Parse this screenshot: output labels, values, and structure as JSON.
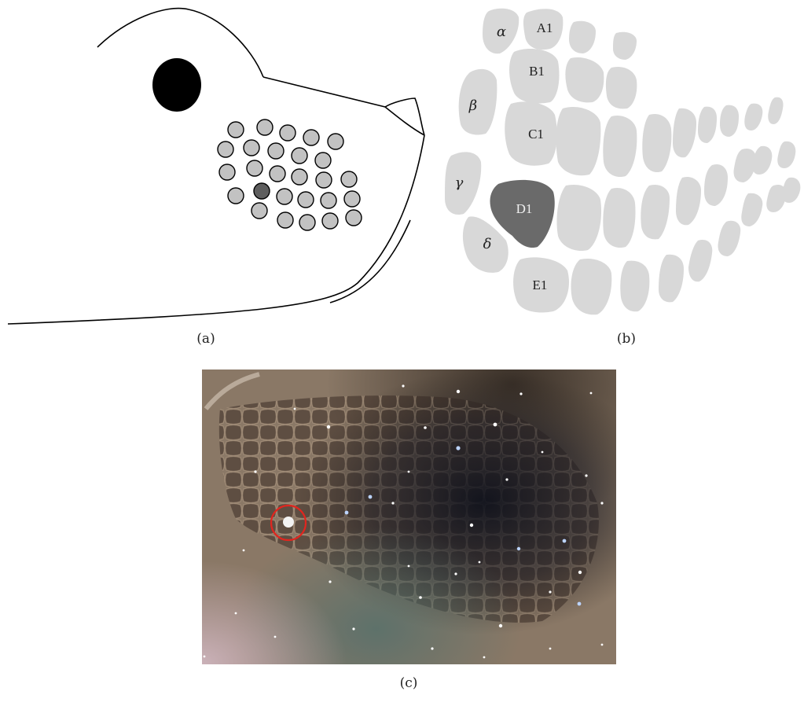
{
  "panels": {
    "a": {
      "label": "(a)"
    },
    "b": {
      "label": "(b)",
      "barrel_labels": [
        "A1",
        "B1",
        "C1",
        "D1",
        "E1"
      ],
      "straddler_labels": [
        "α",
        "β",
        "γ",
        "δ"
      ]
    },
    "c": {
      "label": "(c)"
    }
  },
  "colors": {
    "whisker_fill": "#c2c2c2",
    "highlight_whisker": "#5e5e5e",
    "barrel_fill": "#d8d8d8",
    "highlight_barrel": "#6a6a6a",
    "eye": "#000000",
    "outline": "#000000",
    "circle_marker": "#e0261f"
  },
  "icons": {
    "snout": "rodent-snout-outline-icon",
    "eye": "eye-icon",
    "target_marker": "red-circle-marker-icon"
  }
}
